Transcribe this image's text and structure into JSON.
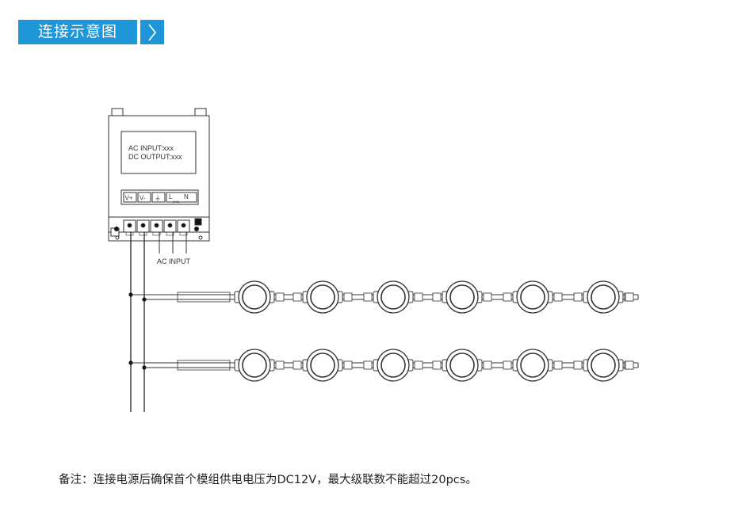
{
  "header": {
    "title": "连接示意图"
  },
  "psu": {
    "label_line1": "AC INPUT:xxx",
    "label_line2": "DC OUTPUT:xxx",
    "terminals": [
      "V+",
      "V-",
      "⏚",
      "L",
      "N"
    ],
    "l_sub": "(AC)",
    "ac_input_label": "AC INPUT"
  },
  "strings": {
    "count": 2,
    "modules_per_string": 6
  },
  "footer": {
    "note": "备注：连接电源后确保首个模组供电电压为DC12V，最大级联数不能超过20pcs。"
  },
  "colors": {
    "accent": "#1e96d8",
    "line": "#333333"
  }
}
